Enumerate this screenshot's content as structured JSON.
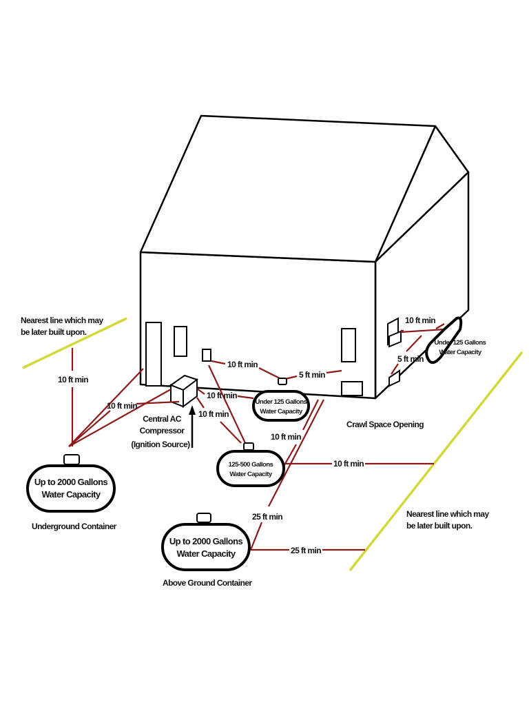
{
  "colors": {
    "distance_line": "#8b1a1a",
    "build_line": "#d4d83a",
    "outline": "#000000",
    "background": "#ffffff"
  },
  "labels": {
    "nearest_line_left": [
      "Nearest line which may",
      "be later built upon."
    ],
    "nearest_line_right": [
      "Nearest line which may",
      "be later built upon."
    ],
    "crawl_space": "Crawl Space Opening",
    "ac": [
      "Central AC",
      "Compressor",
      "(Ignition Source)"
    ],
    "underground": "Underground Container",
    "above_ground": "Above Ground Container"
  },
  "tanks": {
    "underground": [
      "Up to 2000 Gallons",
      "Water Capacity"
    ],
    "above_ground": [
      "Up to 2000 Gallons",
      "Water Capacity"
    ],
    "mid": [
      "125-500 Gallons",
      "Water Capacity"
    ],
    "small_front": [
      "Under 125 Gallons",
      "Water Capacity"
    ],
    "small_side": [
      "Under 125 Gallons",
      "Water Capacity"
    ]
  },
  "distances": {
    "left_line": "10 ft min",
    "underground_to_house": "10 ft min",
    "window_to_small": "10 ft min",
    "small_to_door": "5 ft min",
    "ac_to_small": "10 ft min",
    "ac_to_mid": "10 ft min",
    "house_to_mid": "10 ft min",
    "mid_to_line": "10 ft min",
    "above_to_house": "25 ft min",
    "above_to_line": "25 ft min",
    "side_top": "10 ft min",
    "side_low": "5 ft min"
  }
}
